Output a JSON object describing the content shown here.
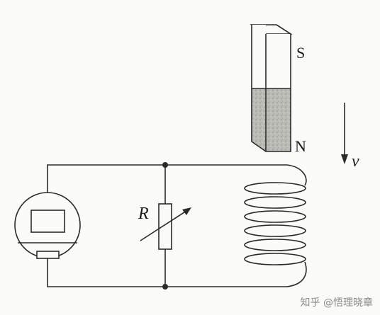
{
  "labels": {
    "south_pole": "S",
    "north_pole": "N",
    "velocity": "v",
    "resistor": "R"
  },
  "watermark": "知乎 @悟理晓章",
  "colors": {
    "ink": "#2a2a2a",
    "magnet_north_fill": "#b9b9b4",
    "background": "#fbfbf9"
  }
}
